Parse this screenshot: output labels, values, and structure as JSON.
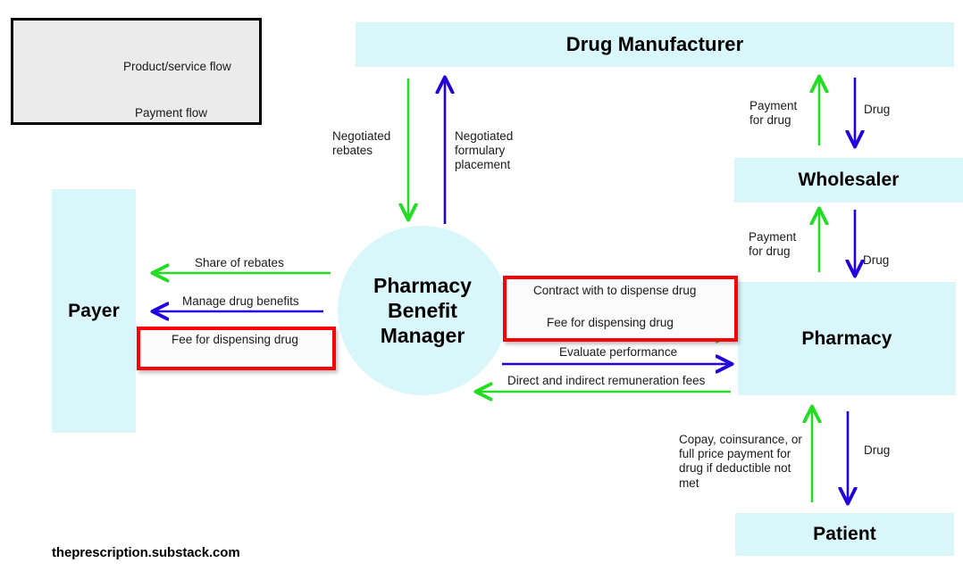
{
  "legend": {
    "items": [
      {
        "label": "Product/service flow",
        "color": "#2200dd",
        "icon": "right-arrow-icon"
      },
      {
        "label": "Payment flow",
        "color": "#22dd22",
        "icon": "right-arrow-icon"
      }
    ],
    "background": "#ebebeb",
    "border_color": "#000000"
  },
  "entities": {
    "drug_manufacturer": "Drug Manufacturer",
    "wholesaler": "Wholesaler",
    "pharmacy": "Pharmacy",
    "patient": "Patient",
    "payer": "Payer",
    "pbm": "Pharmacy\nBenefit\nManager",
    "fill_color": "#d9f7fb"
  },
  "flows": {
    "negotiated_rebates": "Negotiated\nrebates",
    "negotiated_formulary_placement": "Negotiated\nformulary\nplacement",
    "share_of_rebates": "Share of rebates",
    "manage_drug_benefits": "Manage drug benefits",
    "fee_for_dispensing_drug_payer": "Fee for dispensing drug",
    "contract_with_to_dispense_drug": "Contract with to dispense drug",
    "fee_for_dispensing_drug_pharmacy": "Fee for dispensing drug",
    "evaluate_performance": "Evaluate performance",
    "direct_and_indirect_remuneration_fees": "Direct and indirect remuneration fees",
    "payment_for_drug_manufacturer": "Payment\nfor drug",
    "drug_manufacturer_to_wholesaler": "Drug",
    "payment_for_drug_wholesaler": "Payment\nfor drug",
    "drug_wholesaler_to_pharmacy": "Drug",
    "copay_payment": "Copay, coinsurance, or\nfull price payment for\ndrug if deductible not\nmet",
    "drug_pharmacy_to_patient": "Drug"
  },
  "colors": {
    "product_service_flow": "#2200dd",
    "payment_flow": "#22dd22",
    "highlight": "#fb0007",
    "entity_fill": "#d9f7fb",
    "legend_fill": "#ebebeb",
    "text": "#1a1a1a"
  },
  "footer": {
    "attribution": "theprescription.substack.com"
  }
}
